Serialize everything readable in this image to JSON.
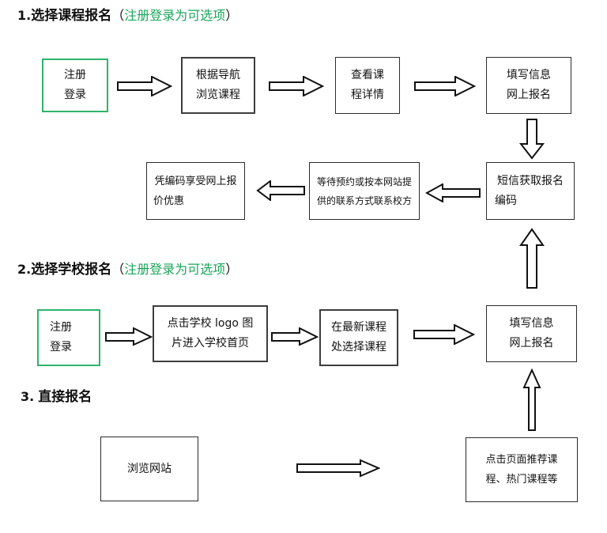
{
  "document": {
    "kind": "registration-flow-diagram",
    "colors": {
      "accent_green": "#2fb36b",
      "box_border": "#3d3d3d",
      "text": "#111111",
      "background": "#ffffff"
    }
  },
  "sections": [
    {
      "number": "1.",
      "title": "选择课程报名",
      "paren_open": "（",
      "optional_note": "注册登录为可选项",
      "paren_close": "）"
    },
    {
      "number": "2.",
      "title": "选择学校报名",
      "paren_open": "（",
      "optional_note": "注册登录为可选项",
      "paren_close": "）"
    },
    {
      "number": "3.",
      "title": "直接报名",
      "paren_open": "",
      "optional_note": "",
      "paren_close": ""
    }
  ],
  "flow1": {
    "row1": [
      {
        "id": "register-login-1",
        "lines": [
          "注册",
          "登录"
        ],
        "style": "green"
      },
      {
        "id": "browse-by-nav",
        "lines": [
          "根据导航",
          "浏览课程"
        ],
        "style": "dark"
      },
      {
        "id": "view-course-detail",
        "lines": [
          "查看课",
          "程详情"
        ],
        "style": "dark"
      },
      {
        "id": "fill-info-online-signup-1",
        "lines": [
          "填写信息",
          "网上报名"
        ],
        "style": "dark"
      }
    ],
    "row2": [
      {
        "id": "discount-with-code",
        "lines": [
          "凭编码享受网上报",
          "价优惠"
        ],
        "style": "dark"
      },
      {
        "id": "wait-appointment-contact",
        "lines": [
          "等待预约或按本网站提",
          "供的联系方式联系校方"
        ],
        "style": "dark"
      },
      {
        "id": "sms-get-signup-code",
        "lines": [
          "短信获取报名",
          "编码"
        ],
        "style": "dark"
      }
    ]
  },
  "flow2": {
    "row1": [
      {
        "id": "register-login-2",
        "lines": [
          "注册",
          "登录"
        ],
        "style": "green"
      },
      {
        "id": "click-school-logo",
        "lines": [
          "点击学校 logo 图",
          "片进入学校首页"
        ],
        "style": "dark"
      },
      {
        "id": "pick-from-newest-courses",
        "lines": [
          "在最新课程",
          "处选择课程"
        ],
        "style": "dark"
      },
      {
        "id": "fill-info-online-signup-2",
        "lines": [
          "填写信息",
          "网上报名"
        ],
        "style": "dark"
      }
    ]
  },
  "flow3": {
    "row1": [
      {
        "id": "browse-website",
        "lines": [
          "浏览网站"
        ],
        "style": "dark"
      },
      {
        "id": "click-recommended-courses",
        "lines": [
          "点击页面推荐课",
          "程、热门课程等"
        ],
        "style": "dark"
      }
    ]
  },
  "arrows": [
    {
      "id": "arrow-r1-a",
      "direction": "right"
    },
    {
      "id": "arrow-r1-b",
      "direction": "right"
    },
    {
      "id": "arrow-r1-c",
      "direction": "right"
    },
    {
      "id": "arrow-down-1",
      "direction": "down"
    },
    {
      "id": "arrow-r2-a",
      "direction": "left"
    },
    {
      "id": "arrow-r2-b",
      "direction": "left"
    },
    {
      "id": "arrow-up-1",
      "direction": "up"
    },
    {
      "id": "arrow-r3-a",
      "direction": "right"
    },
    {
      "id": "arrow-r3-b",
      "direction": "right"
    },
    {
      "id": "arrow-r3-c",
      "direction": "right"
    },
    {
      "id": "arrow-up-2",
      "direction": "up"
    },
    {
      "id": "arrow-r4-a",
      "direction": "right"
    }
  ]
}
